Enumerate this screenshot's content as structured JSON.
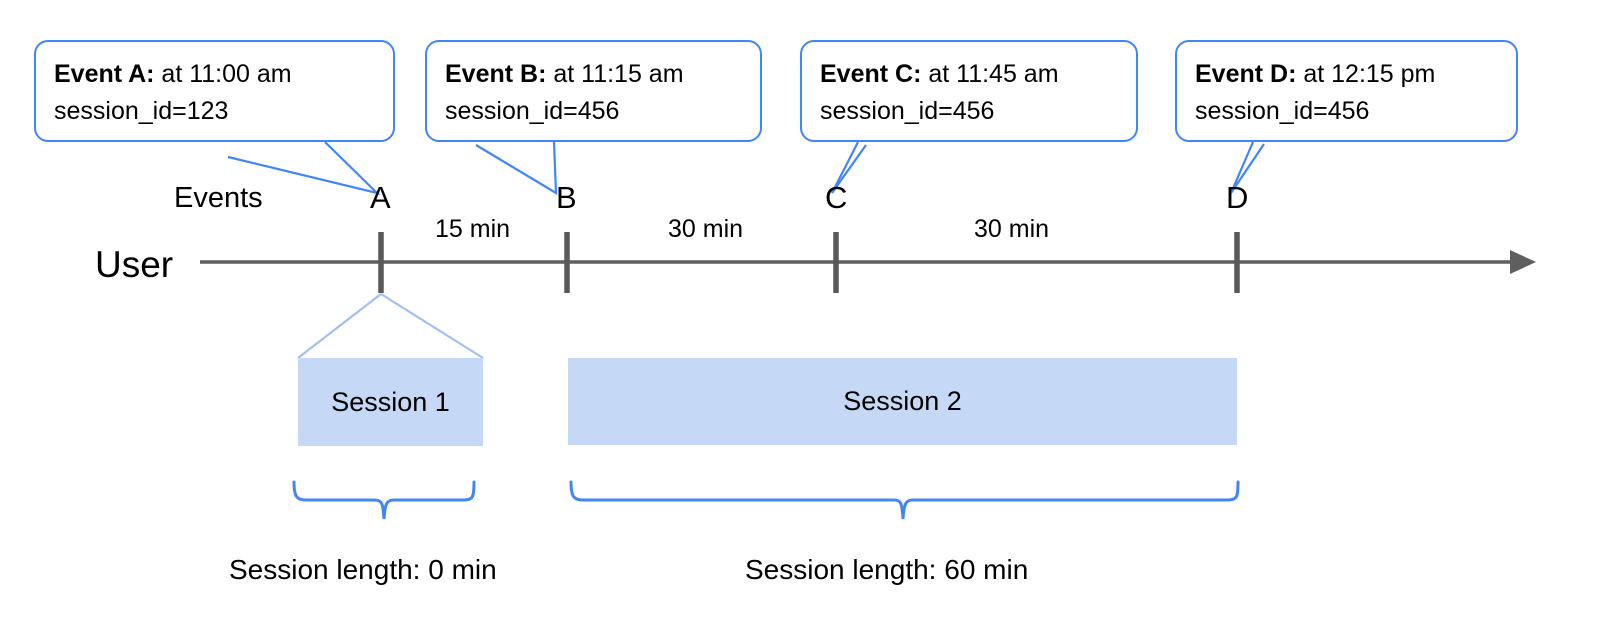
{
  "diagram": {
    "title_axis_label": "User",
    "events_row_label": "Events",
    "callouts": [
      {
        "name": "event-a",
        "strong": "Event A:",
        "time": " at 11:00 am",
        "session": "session_id=123"
      },
      {
        "name": "event-b",
        "strong": "Event B:",
        "time": " at 11:15 am",
        "session": "session_id=456"
      },
      {
        "name": "event-c",
        "strong": "Event C:",
        "time": " at 11:45 am",
        "session": "session_id=456"
      },
      {
        "name": "event-d",
        "strong": "Event D:",
        "time": " at 12:15 pm",
        "session": "session_id=456"
      }
    ],
    "event_markers": [
      {
        "label": "A"
      },
      {
        "label": "B"
      },
      {
        "label": "C"
      },
      {
        "label": "D"
      }
    ],
    "intervals": [
      {
        "label": "15 min"
      },
      {
        "label": "30 min"
      },
      {
        "label": "30 min"
      }
    ],
    "sessions": [
      {
        "bar_label": "Session 1",
        "length_label": "Session length: 0 min"
      },
      {
        "bar_label": "Session 2",
        "length_label": "Session length: 60 min"
      }
    ],
    "colors": {
      "callout_stroke": "#4285f4",
      "brace_stroke": "#4285f4",
      "session_fill": "#c5d9f7",
      "session_leader": "#9fc0f0",
      "axis": "#5f5f5f",
      "tick": "#595959",
      "text": "#000000"
    }
  }
}
